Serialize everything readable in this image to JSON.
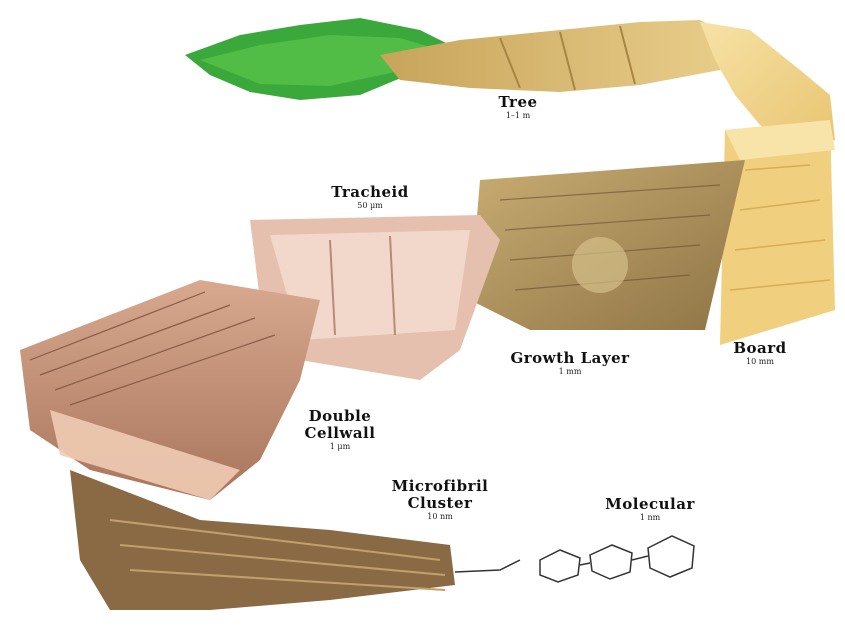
{
  "labels": {
    "tree": {
      "title": "Tree",
      "scale": "1–1 m"
    },
    "board": {
      "title": "Board",
      "scale": "10 mm"
    },
    "growth_layer": {
      "title": "Growth Layer",
      "scale": "1 mm"
    },
    "tracheid": {
      "title": "Tracheid",
      "scale": "50 μm"
    },
    "double_cellwall": {
      "title_line1": "Double",
      "title_line2": "Cellwall",
      "scale": "1 μm"
    },
    "microfibril_cluster": {
      "title_line1": "Microfibril",
      "title_line2": "Cluster",
      "scale": "10 nm"
    },
    "molecular": {
      "title": "Molecular",
      "scale": "1 nm"
    }
  },
  "colors": {
    "foliage": "#3aa83a",
    "trunk": "#d9b871",
    "board": "#f3d690",
    "growth_layer": "#b89a5e",
    "tracheid": "#e3b9a8",
    "cellwall": "#c9947a",
    "microfibril": "#8a6a44"
  }
}
